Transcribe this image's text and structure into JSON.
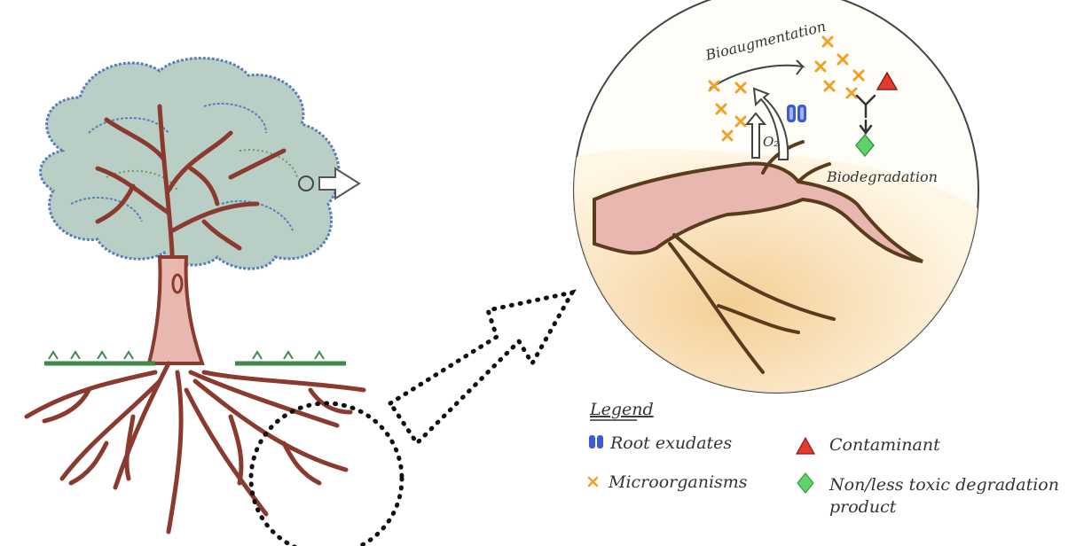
{
  "zoom": {
    "bioaugmentation_label": "Bioaugmentation",
    "oxygen_label": "O₂",
    "biodegradation_label": "Biodegradation"
  },
  "legend": {
    "title": "Legend",
    "items": [
      {
        "symbol": "root-exudates-icon",
        "color": "#3b5bd6",
        "label": "Root exudates"
      },
      {
        "symbol": "microorganism-icon",
        "color": "#f2a024",
        "label": "Microorganisms"
      },
      {
        "symbol": "contaminant-icon",
        "color": "#e33a2e",
        "label": "Contaminant"
      },
      {
        "symbol": "degradation-product-icon",
        "color": "#5fd26a",
        "label": "Non/less toxic degradation product"
      }
    ]
  },
  "colors": {
    "bark": "#8a3a2e",
    "bark_light": "#e8b8b0",
    "foliage": "#b9cfc6",
    "foliage_edge": "#5a7fb5",
    "grass": "#3f8a4a",
    "soil": "#e0b06a",
    "microbe": "#f2a024"
  }
}
